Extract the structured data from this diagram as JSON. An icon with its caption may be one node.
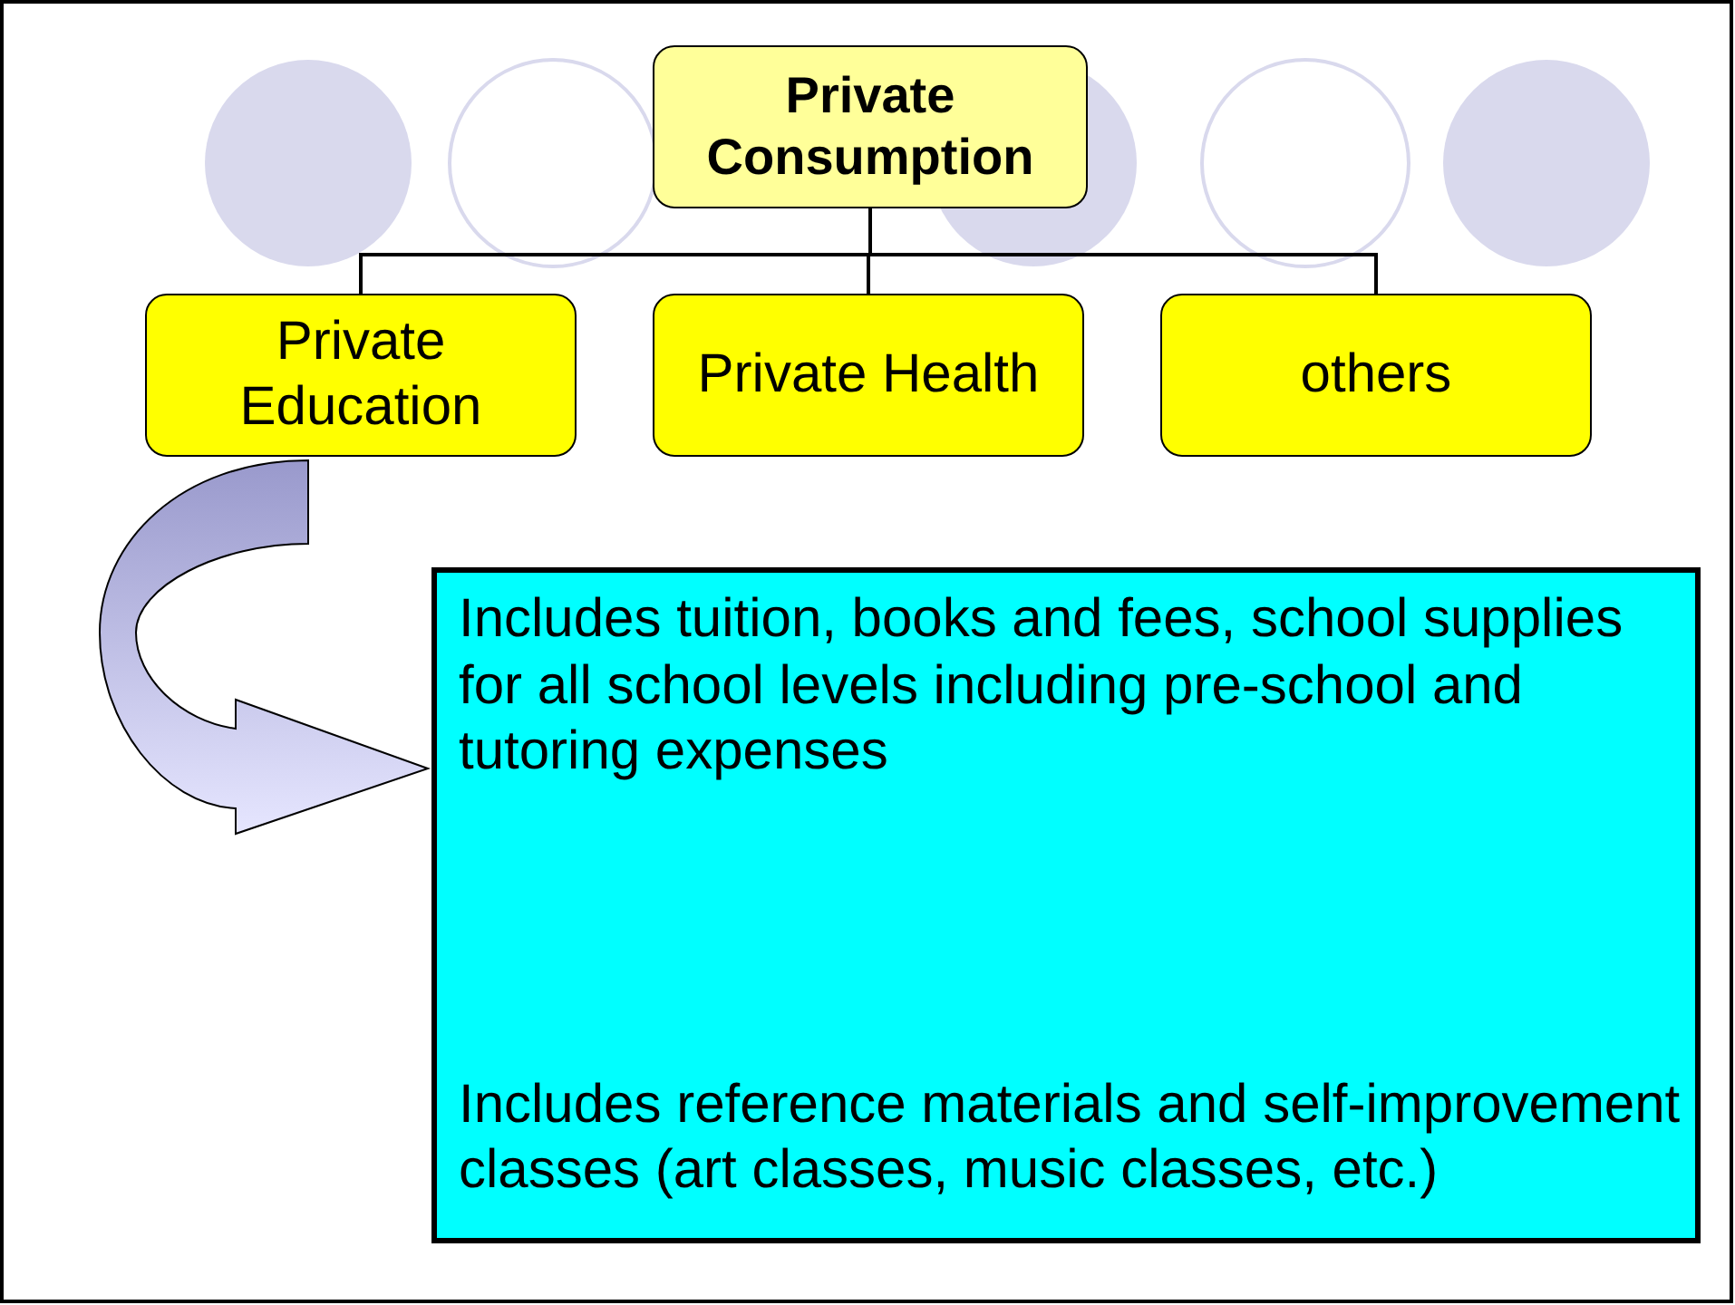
{
  "diagram": {
    "nodes": [
      {
        "text": [
          "Private Consumption"
        ]
      },
      {
        "text": [
          "Private Education"
        ]
      },
      {
        "text": [
          "Private Health"
        ]
      },
      {
        "text": [
          "others"
        ]
      },
      {
        "text": [
          "Includes tuition, books and fees, school supplies for all school levels including pre-school and tutoring expenses",
          "Includes reference materials and self-improvement classes (art classes, music classes, etc.)"
        ]
      }
    ],
    "edges": [
      {
        "from": 0,
        "to": 1,
        "arrow": "none"
      },
      {
        "from": 0,
        "to": 2,
        "arrow": "none"
      },
      {
        "from": 0,
        "to": 3,
        "arrow": "none"
      },
      {
        "from": 1,
        "to": 4,
        "arrow": "to",
        "style": "thick"
      }
    ]
  }
}
